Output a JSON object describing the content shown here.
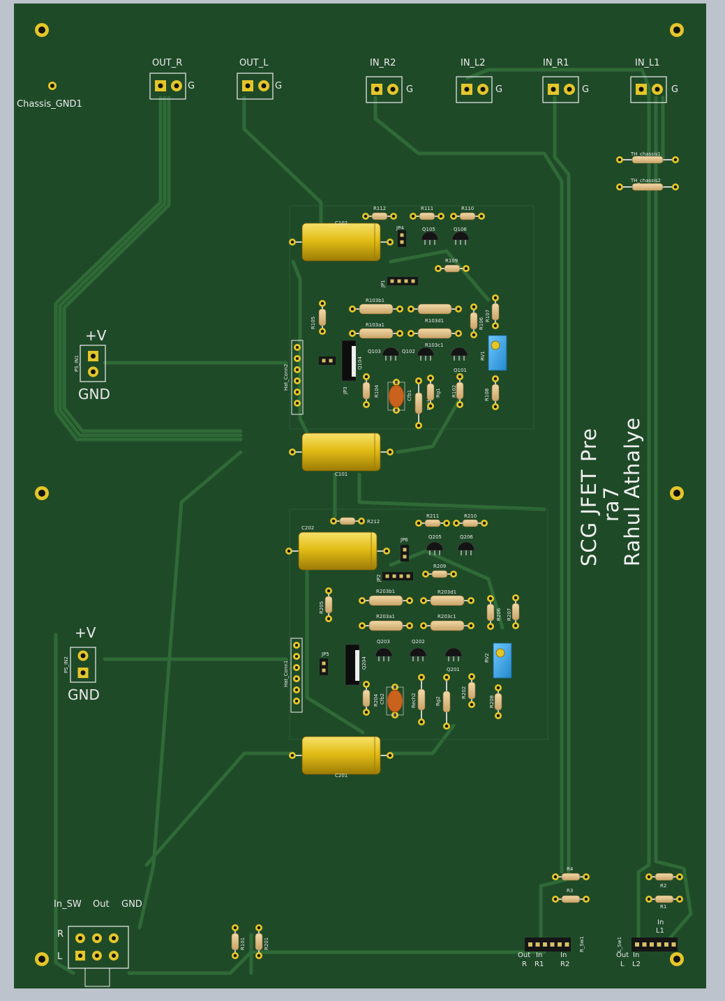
{
  "board": {
    "title_line1": "SCG JFET Pre",
    "title_line2": "ra7",
    "title_line3": "Rahul Athalye",
    "colors": {
      "substrate": "#1f4a28",
      "trace": "#2f6a37",
      "copper": "#e3c62a",
      "silk": "#f0f0f0",
      "frame": "#bdc3cc"
    }
  },
  "connectors": {
    "out_r": "OUT_R",
    "out_l": "OUT_L",
    "in_r2": "IN_R2",
    "in_l2": "IN_L2",
    "in_r1": "IN_R1",
    "in_l1": "IN_L1",
    "g": "G",
    "chassis": "Chassis_GND1",
    "plus_v": "+V",
    "gnd": "GND",
    "ps_in1": "PS_IN1",
    "ps_in2": "PS_IN2",
    "hat_conn2": "Hat_Conn2",
    "hat_conn1": "Hat_Conn1",
    "th_chassis1": "TH_chassis1",
    "th_chassis2": "TH_chassis2"
  },
  "switch_block": {
    "in_sw": "In_SW",
    "out": "Out",
    "gnd": "GND",
    "r": "R",
    "l": "L"
  },
  "bottom_headers": {
    "r_sw1": "R_Sw1",
    "l_sw1": "L_Sw1",
    "out_r_top": "Out",
    "out_r_bot": "R",
    "in_r1_top": "In",
    "in_r1_bot": "R1",
    "in_r2_top": "In",
    "in_r2_bot": "R2",
    "out_l_top": "Out",
    "out_l_bot": "L",
    "in_l2_top": "In",
    "in_l2_bot": "L2",
    "in_l1_top": "In",
    "in_l1_bot": "L1"
  },
  "components": {
    "r112": "R112",
    "r111": "R111",
    "r110": "R110",
    "q105": "Q105",
    "q106": "Q106",
    "jp4": "JP4",
    "r109": "R109",
    "jp1": "JP1",
    "r103b1": "R103b1",
    "r103d1": "R103d1",
    "r103a1": "R103a1",
    "r103c1": "R103c1",
    "r105": "R105",
    "r106": "R106",
    "r107": "R107",
    "q103": "Q103",
    "q102": "Q102",
    "q101": "Q101",
    "q104": "Q104",
    "jp3": "JP3",
    "rv1": "RV1",
    "r104": "R104",
    "cfb1": "Cfb1",
    "rech1": "Rech1",
    "rg1": "Rg1",
    "r102": "R102",
    "r108": "R108",
    "c102": "C102",
    "c101": "C101",
    "r212": "R212",
    "r211": "R211",
    "r210": "R210",
    "q205": "Q205",
    "q206": "Q206",
    "jp6": "JP6",
    "r209": "R209",
    "jp2": "JP2",
    "c202": "C202",
    "r203b1": "R203b1",
    "r203d1": "R203d1",
    "r203a1": "R203a1",
    "r203c1": "R203c1",
    "r205": "R205",
    "r206": "R206",
    "r207": "R207",
    "q203": "Q203",
    "q202": "Q202",
    "q201": "Q201",
    "q204": "Q204",
    "jp5": "JP5",
    "rv2": "RV2",
    "r204": "R204",
    "cfb2": "Cfb2",
    "rech2": "Rech2",
    "rg2": "Rg2",
    "r202": "R202",
    "r208": "R208",
    "c201": "C201",
    "r101": "R101",
    "r201": "R201",
    "r4": "R4",
    "r3": "R3",
    "r2": "R2",
    "r1": "R1"
  }
}
